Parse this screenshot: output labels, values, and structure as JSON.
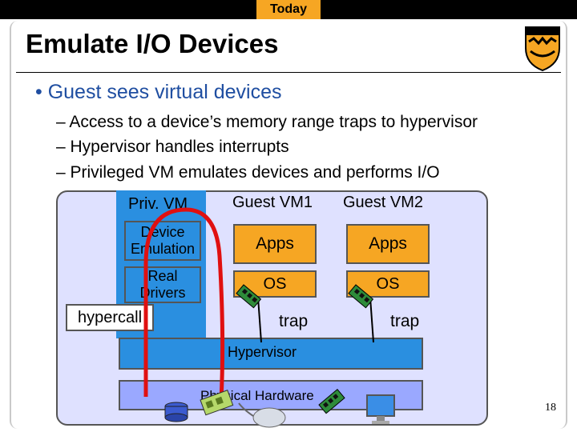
{
  "header": {
    "section_label": "Today"
  },
  "slide": {
    "title": "Emulate I/O Devices",
    "bullet": "• Guest sees virtual devices",
    "subbullets": [
      "– Access to a device’s memory range traps to hypervisor",
      "– Hypervisor handles interrupts",
      "– Privileged VM emulates devices and performs I/O"
    ],
    "page_number": "18"
  },
  "diagram": {
    "priv_vm_label": "Priv. VM",
    "guest1_label": "Guest VM1",
    "guest2_label": "Guest VM2",
    "device_emulation": "Device Emulation",
    "real_drivers": "Real Drivers",
    "hypercall": "hypercall",
    "apps": "Apps",
    "os": "OS",
    "trap": "trap",
    "hypervisor": "Hypervisor",
    "physical_hardware": "Physical Hardware",
    "colors": {
      "blue": "#2a8fe0",
      "orange": "#f6a623",
      "lavender": "#dfe1ff",
      "hardware": "#9aa8ff",
      "arrow": "#e01010"
    }
  }
}
